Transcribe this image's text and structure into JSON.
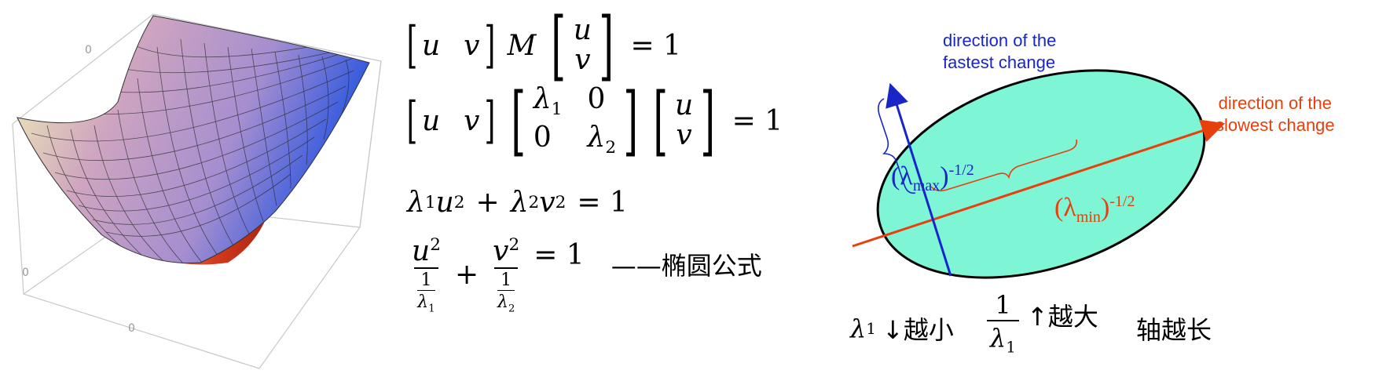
{
  "surface": {
    "tick_label": "0",
    "surface_colors": {
      "high_left": "#f4f6b8",
      "mid": "#c39bc0",
      "high_right": "#2b58e0",
      "low_front": "#d7321a"
    }
  },
  "formulas": {
    "eq1": {
      "u": "u",
      "v": "v",
      "M": "M",
      "rhs": "= 1"
    },
    "eq2": {
      "u": "u",
      "v": "v",
      "lambda1": "λ",
      "sub1": "1",
      "zero": "0",
      "lambda2": "λ",
      "sub2": "2",
      "rhs": "= 1"
    },
    "eq3": {
      "text_lambda1": "λ",
      "sub1": "1",
      "u": "u",
      "sup": "2",
      "plus": "+",
      "text_lambda2": "λ",
      "sub2": "2",
      "v": "v",
      "rhs": "= 1"
    },
    "eq4": {
      "u": "u",
      "v": "v",
      "sup": "2",
      "one": "1",
      "lambda": "λ",
      "sub1": "1",
      "sub2": "2",
      "plus": "+",
      "rhs": "= 1",
      "caption": "——椭圆公式"
    }
  },
  "ellipse": {
    "fill": "#7ef5d5",
    "fast_label_line1": "direction of the",
    "fast_label_line2": "fastest change",
    "slow_label_line1": "direction of the",
    "slow_label_line2": "slowest change",
    "lambda_max_base": "(λ",
    "lambda_max_sub": "max",
    "lambda_max_close": ")",
    "lambda_max_exp": "-1/2",
    "lambda_min_base": "(λ",
    "lambda_min_sub": "min",
    "lambda_min_close": ")",
    "lambda_min_exp": "-1/2",
    "blue": "#1a25c8",
    "red": "#e8400c"
  },
  "bottom_notes": {
    "note1_lambda": "λ",
    "note1_sub": "1",
    "note1_text": "↓越小",
    "note2_one": "1",
    "note2_lambda": "λ",
    "note2_sub": "1",
    "note2_text": "↑越大",
    "note3_text": "轴越长"
  }
}
